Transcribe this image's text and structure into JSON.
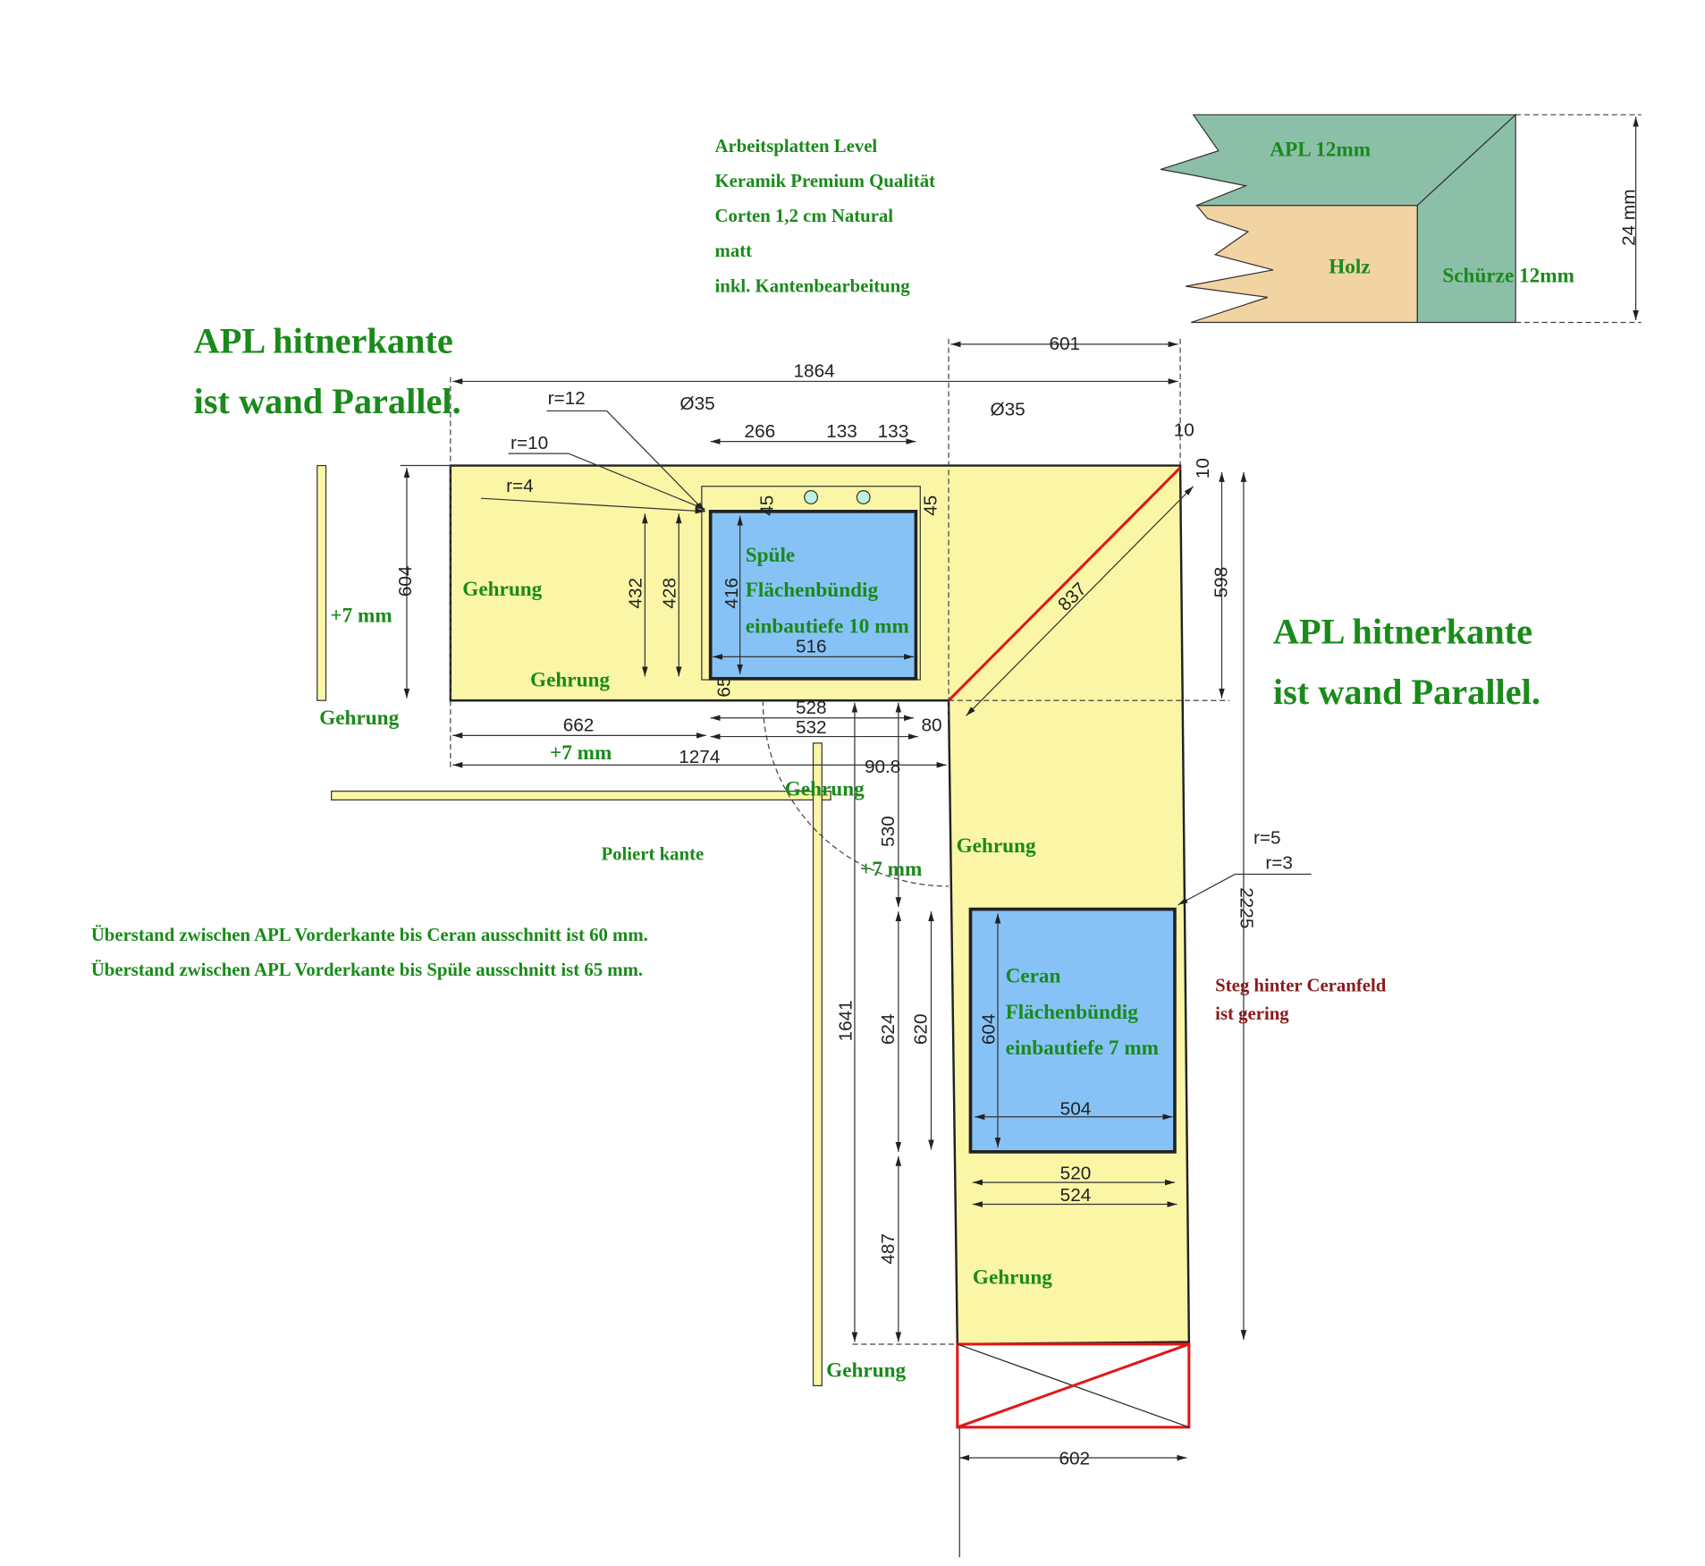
{
  "material": {
    "lines": [
      "Arbeitsplatten Level",
      "Keramik Premium Qualität",
      "Corten 1,2 cm Natural",
      "matt",
      "inkl. Kantenbearbeitung"
    ]
  },
  "profile": {
    "apl": "APL 12mm",
    "holz": "Holz",
    "schuerze": "Schürze 12mm",
    "height": "24 mm"
  },
  "notes": {
    "wall_left": [
      "APL hitnerkante",
      "ist wand Parallel."
    ],
    "wall_right": [
      "APL hitnerkante",
      "ist wand Parallel."
    ],
    "overhang": [
      "Überstand zwischen APL Vorderkante bis Ceran ausschnitt ist 60 mm.",
      "Überstand zwischen APL Vorderkante bis Spüle ausschnitt ist 65 mm."
    ],
    "steg": [
      "Steg hinter Ceranfeld",
      "ist gering"
    ],
    "poliert": "Poliert kante",
    "gehrung": "Gehrung",
    "plus7": "+7 mm"
  },
  "sink": {
    "lines": [
      "Spüle",
      "Flächenbündig",
      "einbautiefe 10 mm"
    ]
  },
  "ceran": {
    "lines": [
      "Ceran",
      "Flächenbündig",
      "einbautiefe 7 mm"
    ]
  },
  "dims": {
    "d601": "601",
    "d1864": "1864",
    "d10a": "10",
    "d10b": "10",
    "d266": "266",
    "d133a": "133",
    "d133b": "133",
    "dia1": "Ø35",
    "dia2": "Ø35",
    "r12": "r=12",
    "r10": "r=10",
    "r4": "r=4",
    "d45a": "45",
    "d45b": "45",
    "d604": "604",
    "d432": "432",
    "d428": "428",
    "d416": "416",
    "d516": "516",
    "d837": "837",
    "d598": "598",
    "d65": "65",
    "d662": "662",
    "d1274": "1274",
    "d528": "528",
    "d532": "532",
    "d80": "80",
    "d908": "90.8",
    "d530": "530",
    "d1641": "1641",
    "d624": "624",
    "d620": "620",
    "d604b": "604",
    "d504": "504",
    "d520": "520",
    "d524": "524",
    "d487": "487",
    "d2225": "2225",
    "r5": "r=5",
    "r3": "r=3",
    "d602": "602"
  },
  "colors": {
    "board": "#faf6a6",
    "cutout": "#86c2f6",
    "green": "#1a8a1a",
    "profile_green": "#8cbfa8",
    "wood": "#f2d3a2",
    "red": "#e01818"
  }
}
